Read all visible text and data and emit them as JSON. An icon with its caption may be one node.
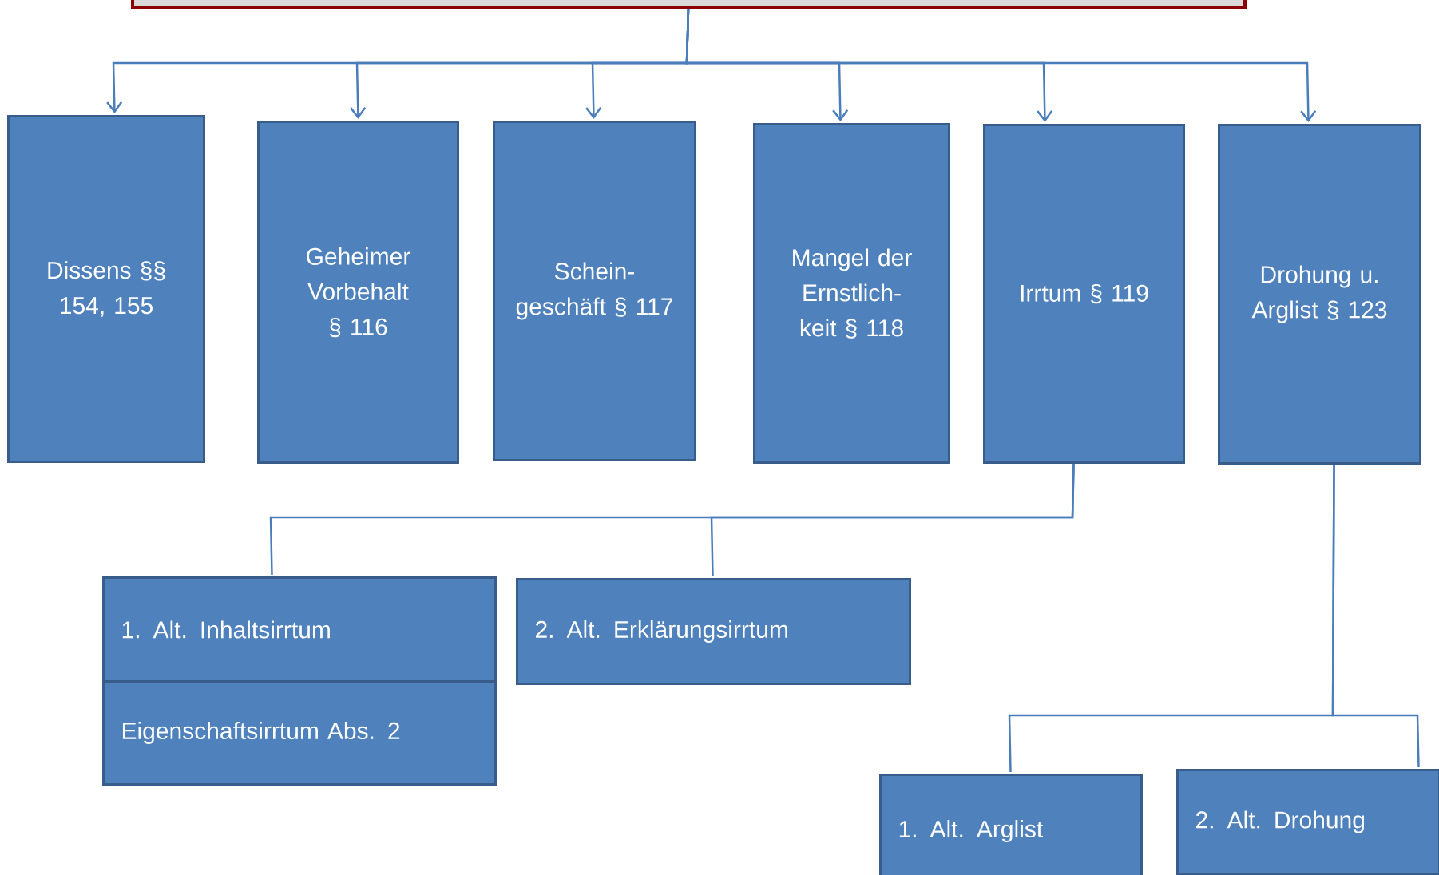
{
  "diagram": {
    "nodes": [
      {
        "text": [],
        "shape": "box"
      },
      {
        "text": [
          "Dissens §§ 154, 155"
        ]
      },
      {
        "text": [
          "Geheimer Vorbehalt § 116"
        ]
      },
      {
        "text": [
          "Schein- geschäft § 117"
        ]
      },
      {
        "text": [
          "Mangel der Ernstlich- keit § 118"
        ]
      },
      {
        "text": [
          "Irrtum § 119"
        ]
      },
      {
        "text": [
          "Drohung u. Arglist § 123"
        ]
      },
      {
        "text": [
          "1. Alt. Inhaltsirrtum"
        ]
      },
      {
        "text": [
          "Eigenschaftsirrtum Abs. 2"
        ]
      },
      {
        "text": [
          "2. Alt. Erklärungsirrtum"
        ]
      },
      {
        "text": [
          "1. Alt. Arglist"
        ]
      },
      {
        "text": [
          "2. Alt. Drohung"
        ]
      }
    ],
    "edges": [
      {
        "from": 0,
        "to": 1,
        "arrow": "to"
      },
      {
        "from": 0,
        "to": 2,
        "arrow": "to"
      },
      {
        "from": 0,
        "to": 3,
        "arrow": "to"
      },
      {
        "from": 0,
        "to": 4,
        "arrow": "to"
      },
      {
        "from": 0,
        "to": 5,
        "arrow": "to"
      },
      {
        "from": 0,
        "to": 6,
        "arrow": "to"
      },
      {
        "from": 5,
        "to": 7,
        "arrow": "none"
      },
      {
        "from": 5,
        "to": 9,
        "arrow": "none"
      },
      {
        "from": 6,
        "to": 10,
        "arrow": "none"
      },
      {
        "from": 6,
        "to": 11,
        "arrow": "none"
      }
    ]
  }
}
